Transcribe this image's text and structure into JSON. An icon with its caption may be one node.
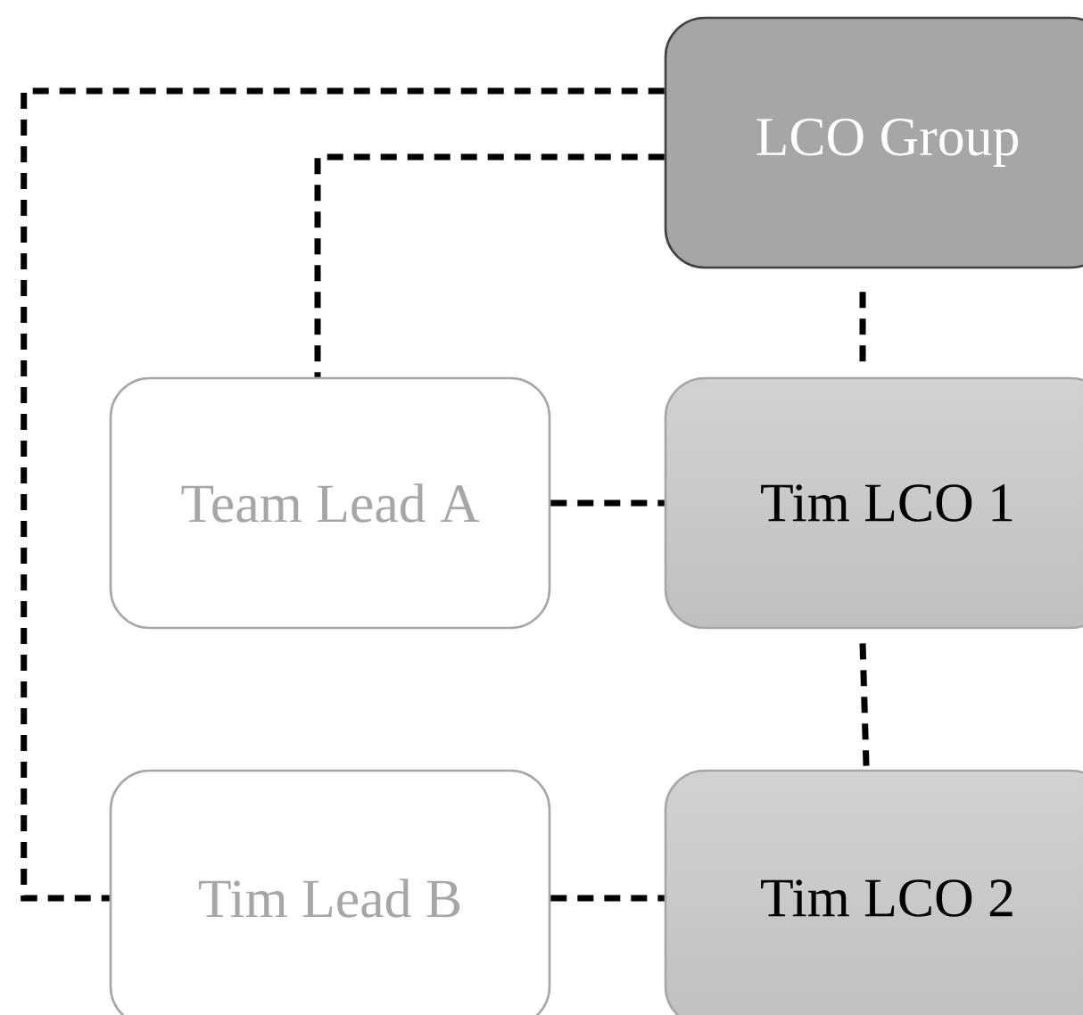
{
  "diagram": {
    "nodes": [
      {
        "text": [
          "LCO Group"
        ]
      },
      {
        "text": [
          "Team Lead A"
        ]
      },
      {
        "text": [
          "Tim LCO 1"
        ]
      },
      {
        "text": [
          "Tim Lead B"
        ]
      },
      {
        "text": [
          "Tim LCO 2"
        ]
      }
    ],
    "edges": [
      {
        "from": 0,
        "to": 1,
        "arrow": "none",
        "style": "dashed"
      },
      {
        "from": 0,
        "to": 3,
        "arrow": "none",
        "style": "dashed"
      },
      {
        "from": 0,
        "to": 2,
        "arrow": "none",
        "style": "dashed"
      },
      {
        "from": 1,
        "to": 2,
        "arrow": "none",
        "style": "dashed"
      },
      {
        "from": 2,
        "to": 4,
        "arrow": "none",
        "style": "dashed"
      },
      {
        "from": 3,
        "to": 4,
        "arrow": "none",
        "style": "dashed"
      }
    ]
  }
}
